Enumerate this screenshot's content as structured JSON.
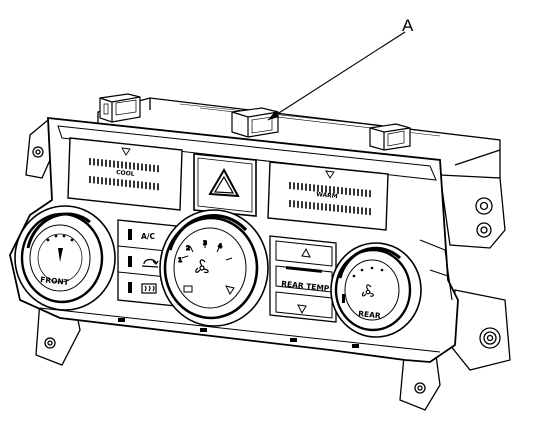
{
  "callout": {
    "letter": "A"
  },
  "left_display": {
    "label": "COOL"
  },
  "right_display": {
    "label": "WARM"
  },
  "buttons": {
    "ac": "A/C",
    "rear_temp": "REAR TEMP"
  },
  "knobs": {
    "front": "FRONT",
    "rear": "REAR"
  },
  "icons": {
    "hazard": "hazard-triangle-icon",
    "up": "up-arrow-icon",
    "down": "down-arrow-icon",
    "recirc": "recirculation-icon",
    "rear_defrost": "rear-defrost-icon",
    "fan": "fan-icon"
  }
}
